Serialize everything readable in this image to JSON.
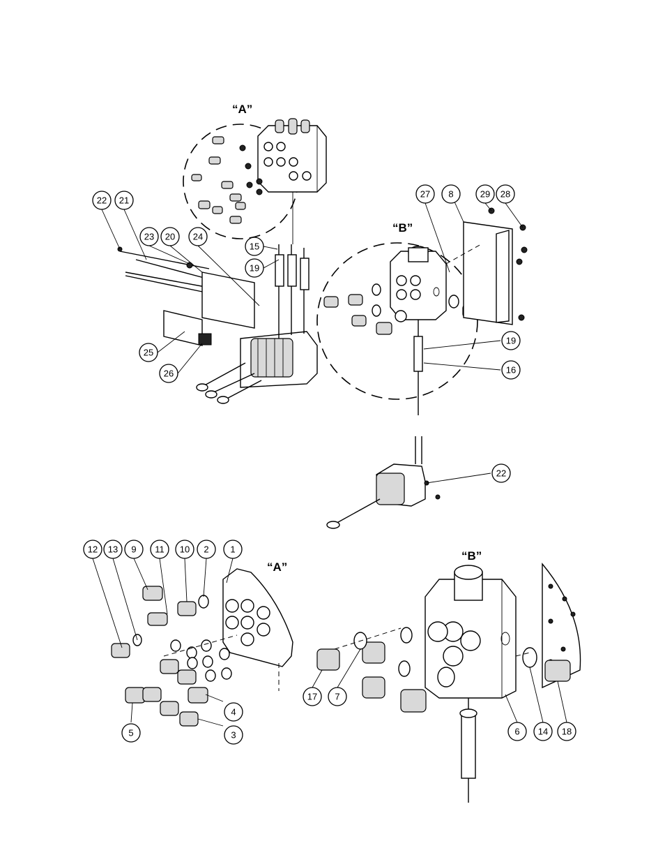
{
  "view_labels": {
    "a_top": "“A”",
    "b_top": "“B”",
    "a_detail": "“A”",
    "b_detail": "“B”"
  },
  "callouts": {
    "c22_top": "22",
    "c21": "21",
    "c23": "23",
    "c20": "20",
    "c24": "24",
    "c15": "15",
    "c19_top": "19",
    "c25": "25",
    "c26": "26",
    "c27": "27",
    "c8": "8",
    "c29": "29",
    "c28": "28",
    "c19_b": "19",
    "c16": "16",
    "c22_mid": "22",
    "c12": "12",
    "c13": "13",
    "c9": "9",
    "c11": "11",
    "c10": "10",
    "c2": "2",
    "c1": "1",
    "c5": "5",
    "c4": "4",
    "c3": "3",
    "c17": "17",
    "c7": "7",
    "c6": "6",
    "c14": "14",
    "c18": "18"
  }
}
